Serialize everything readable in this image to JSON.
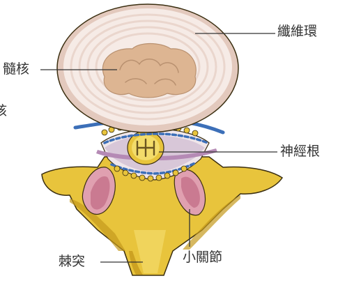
{
  "labels": {
    "annulus": "纖維環",
    "nucleus": "髓核",
    "nucleus_cut": "核",
    "nerve_root": "神經根",
    "spinous_process": "棘突",
    "facet_joint": "小關節"
  },
  "colors": {
    "disc_ring_light": "#f6ebe6",
    "disc_ring_dark": "#e3c9bd",
    "nucleus": "#ddb592",
    "bone": "#e8c43c",
    "bone_dark": "#c59a1c",
    "bone_light": "#f3dc6a",
    "canal": "#d8c7d8",
    "nerve_purple": "#b58ab5",
    "joint_pink": "#d98fa0",
    "blue_vessel": "#3c6fb8",
    "leader_line": "#333333"
  }
}
